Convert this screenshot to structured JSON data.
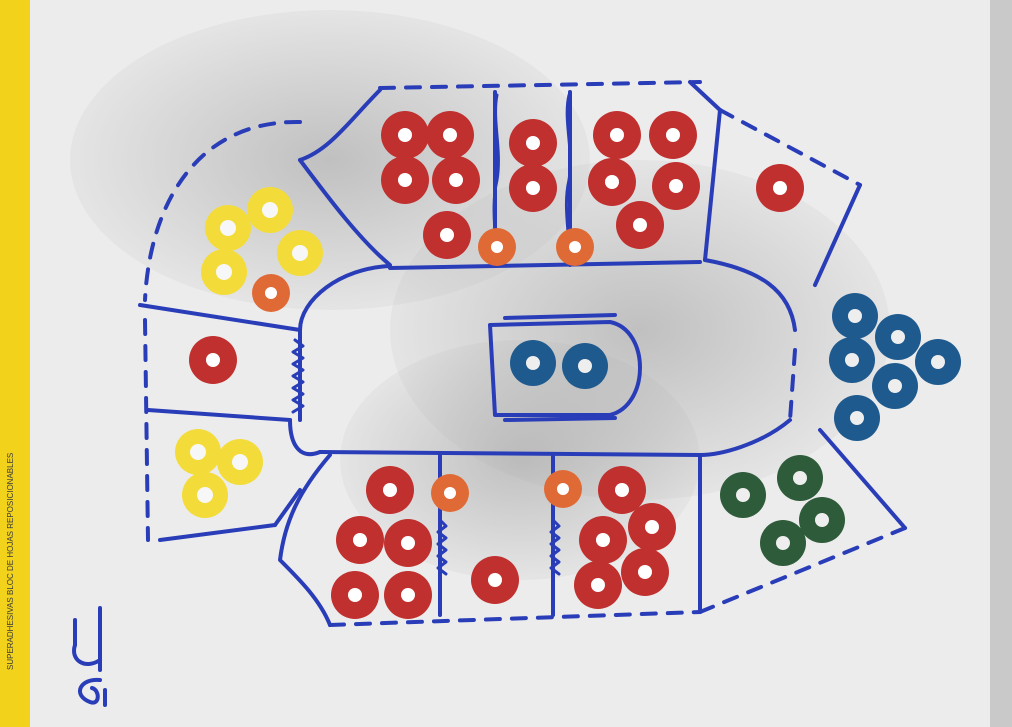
{
  "scene": {
    "subject": "photo",
    "paper_color": "#eeeeee",
    "ink_color": "#2a3db8",
    "token_colors": {
      "red": "#c0302f",
      "orange": "#e06a35",
      "yellow": "#f3dc3a",
      "blue": "#1f5a8f",
      "green": "#2e5b3a"
    }
  },
  "pad_label": {
    "text": "SUPERADHESIVAS BLOC DE HOJAS REPOSICIONABLES",
    "color": "#f2d21a"
  },
  "handwritten_label": {
    "text": "h2"
  }
}
